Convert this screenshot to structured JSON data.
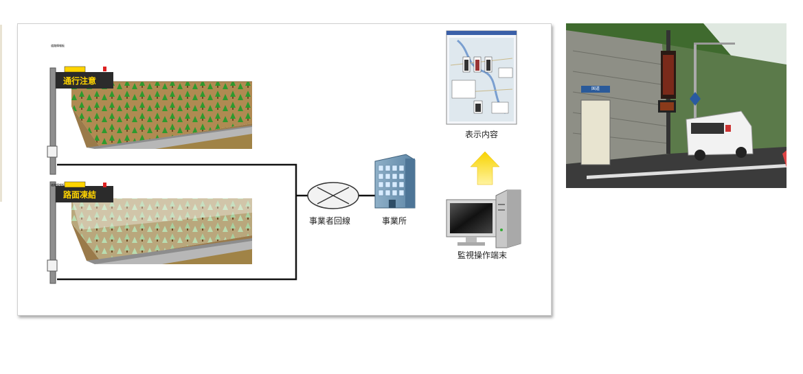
{
  "diagram": {
    "sign_top": {
      "caption": "道路情報板",
      "message": "通行注意"
    },
    "sign_bottom": {
      "caption": "道路情報板",
      "message": "路面凍結"
    },
    "network_label": "事業者回線",
    "office_label": "事業所",
    "display_label": "表示内容",
    "terminal_label": "監視操作端末"
  },
  "photo": {
    "sign_text": "国道"
  },
  "colors": {
    "sign_text": "#ffd400",
    "arrow": "#f5c400",
    "trees": "#2e9a2e",
    "soil": "#b08a52"
  }
}
